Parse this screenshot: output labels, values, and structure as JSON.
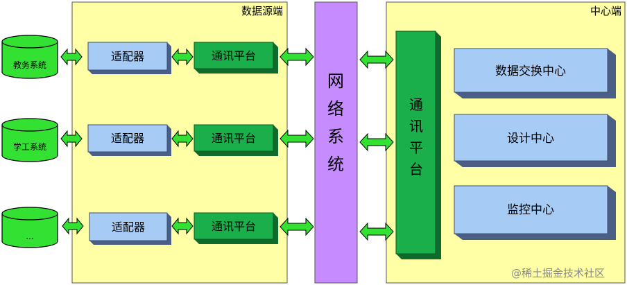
{
  "panels": {
    "source_title": "数据源端",
    "center_title": "中心端",
    "network_label": "网络系统",
    "center_platform_label": "通讯平台"
  },
  "rows": [
    {
      "db_label": "教务系统",
      "adapter_label": "适配器",
      "platform_label": "通讯平台"
    },
    {
      "db_label": "学工系统",
      "adapter_label": "适配器",
      "platform_label": "通讯平台"
    },
    {
      "db_label": "...",
      "adapter_label": "适配器",
      "platform_label": "通讯平台"
    }
  ],
  "center_modules": [
    {
      "label": "数据交换中心"
    },
    {
      "label": "设计中心"
    },
    {
      "label": "监控中心"
    }
  ],
  "watermark": "@稀土掘金技术社区",
  "colors": {
    "panel_fill": "#FFFFA6",
    "network_fill": "#C58BFF",
    "platform_fill": "#1AAF4A",
    "adapter_fill": "#A6CCF5",
    "db_fill": "#33E133",
    "arrow_fill": "#33E133"
  }
}
